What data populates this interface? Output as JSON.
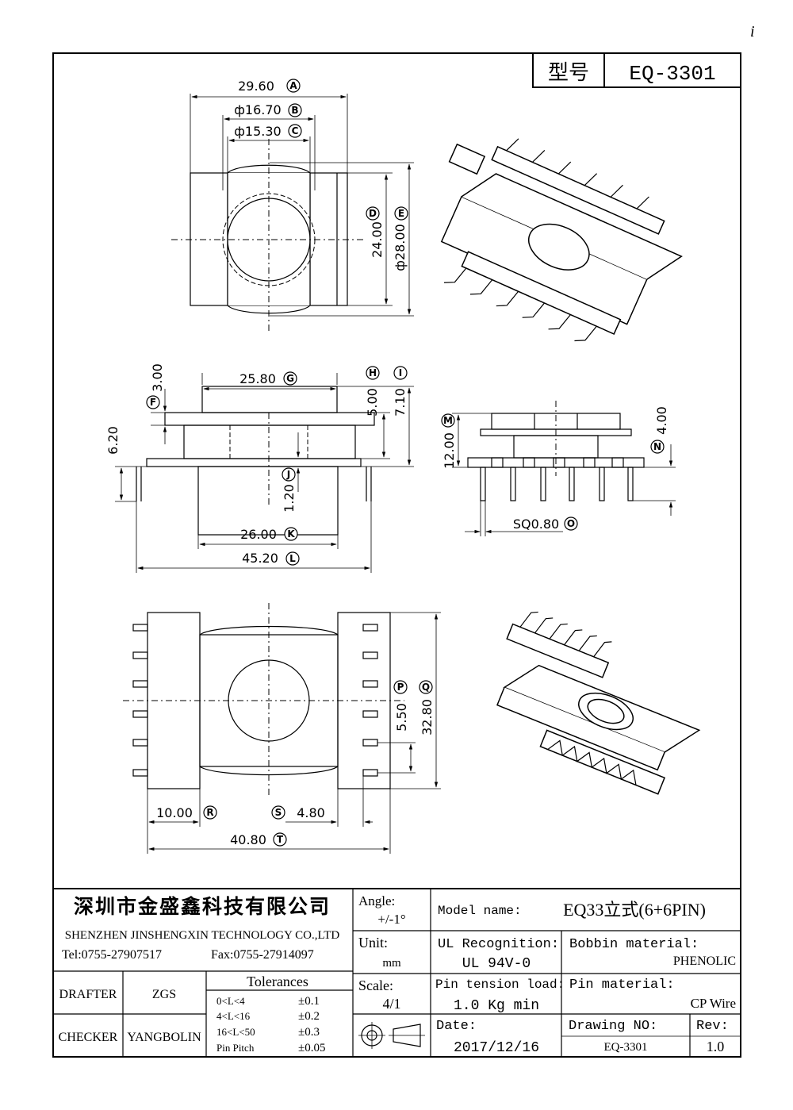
{
  "page_mark": "i",
  "header": {
    "type_label": "型号",
    "model": "EQ-3301"
  },
  "dimensions": {
    "A": "29.60",
    "B": "ф16.70",
    "C": "ф15.30",
    "D": "24.00",
    "E": "ф28.00",
    "F": "3.00",
    "G": "25.80",
    "H": "5.00",
    "I": "7.10",
    "J": "1.20",
    "K": "26.00",
    "L": "45.20",
    "M": "12.00",
    "N": "4.00",
    "O": "SQ0.80",
    "P": "5.50",
    "Q": "32.80",
    "R": "10.00",
    "S": "4.80",
    "T": "40.80",
    "pin_offset": "6.20"
  },
  "labels": {
    "A": "A",
    "B": "B",
    "C": "C",
    "D": "D",
    "E": "E",
    "F": "F",
    "G": "G",
    "H": "H",
    "I": "I",
    "J": "J",
    "K": "K",
    "L": "L",
    "M": "M",
    "N": "N",
    "O": "O",
    "P": "P",
    "Q": "Q",
    "R": "R",
    "S": "S",
    "T": "T"
  },
  "title_block": {
    "company_cn": "深圳市金盛鑫科技有限公司",
    "company_en": "SHENZHEN JINSHENGXIN TECHNOLOGY CO.,LTD",
    "tel": "Tel:0755-27907517",
    "fax": "Fax:0755-27914097",
    "angle_label": "Angle:",
    "angle_value": "+/-1°",
    "model_name_label": "Model name:",
    "model_name_value": "EQ33立式(6+6PIN)",
    "unit_label": "Unit:",
    "unit_value": "mm",
    "ul_label": "UL Recognition:",
    "ul_value": "UL 94V-0",
    "bobbin_label": "Bobbin material:",
    "bobbin_value": "PHENOLIC",
    "drafter_label": "DRAFTER",
    "drafter_value": "ZGS",
    "checker_label": "CHECKER",
    "checker_value": "YANGBOLIN",
    "tolerances_title": "Tolerances",
    "tolerances": [
      {
        "range": "0<L<4",
        "value": "±0.1"
      },
      {
        "range": "4<L<16",
        "value": "±0.2"
      },
      {
        "range": "16<L<50",
        "value": "±0.3"
      },
      {
        "range": "Pin Pitch",
        "value": "±0.05"
      }
    ],
    "scale_label": "Scale:",
    "scale_value": "4/1",
    "pin_tension_label": "Pin tension load:",
    "pin_tension_value": "1.0 Kg min",
    "pin_material_label": "Pin material:",
    "pin_material_value": "CP Wire",
    "date_label": "Date:",
    "date_value": "2017/12/16",
    "drawing_no_label": "Drawing NO:",
    "drawing_no_value": "EQ-3301",
    "rev_label": "Rev:",
    "rev_value": "1.0"
  }
}
